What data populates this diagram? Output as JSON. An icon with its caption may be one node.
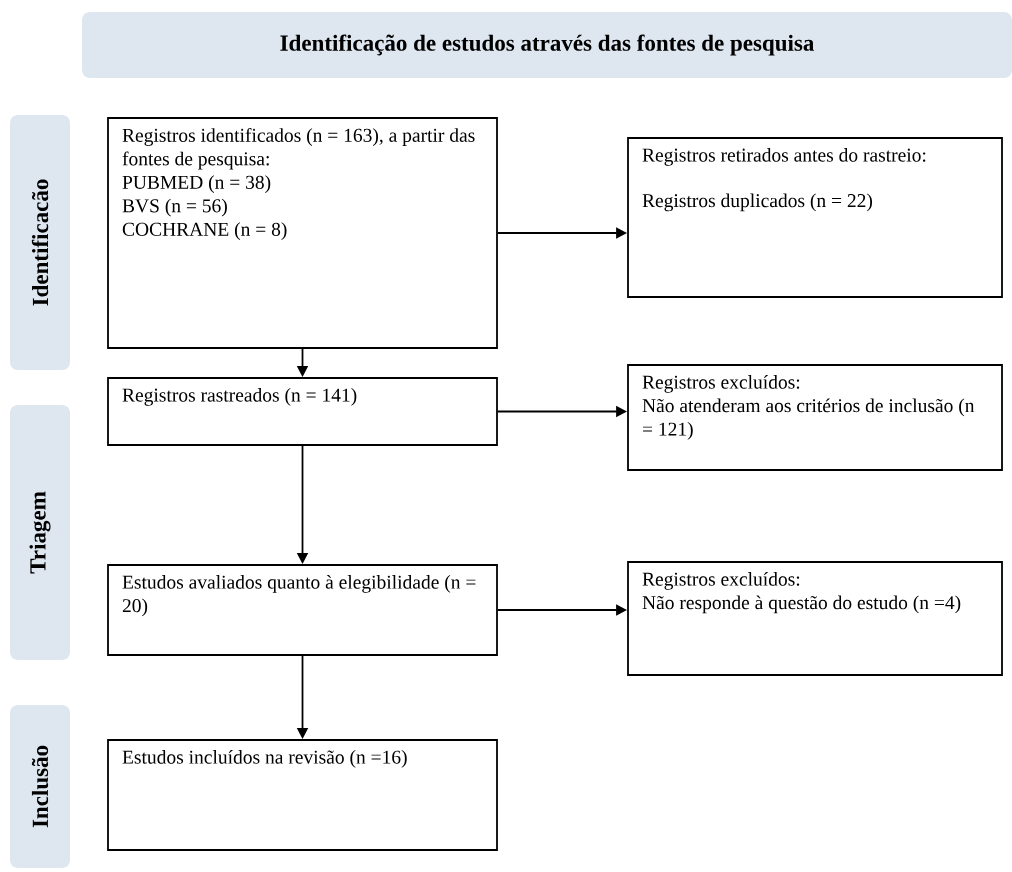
{
  "diagram": {
    "nodes": [
      {
        "text": [
          "Identificação de estudos através das fontes de pesquisa"
        ]
      },
      {
        "text": [
          "Identificacão"
        ]
      },
      {
        "text": [
          "Triagem"
        ]
      },
      {
        "text": [
          "Inclusão"
        ]
      },
      {
        "text": [
          "Registros identificados (n = 163), a partir das fontes de pesquisa:",
          "PUBMED (n = 38)",
          "BVS (n = 56)",
          "COCHRANE (n = 8)"
        ]
      },
      {
        "text": [
          "Registros retirados antes do rastreio:",
          "Registros duplicados (n = 22)"
        ]
      },
      {
        "text": [
          "Registros rastreados (n = 141)"
        ]
      },
      {
        "text": [
          "Registros excluídos:",
          "Não atenderam  aos critérios de inclusão (n = 121)"
        ]
      },
      {
        "text": [
          "Estudos avaliados quanto à elegibilidade (n = 20)"
        ]
      },
      {
        "text": [
          "Registros excluídos:",
          "Não responde à questão do estudo (n =4)"
        ]
      },
      {
        "text": [
          "Estudos incluídos na revisão (n =16)"
        ]
      }
    ],
    "edges": [
      {
        "from": 4,
        "to": 5,
        "arrow": "to"
      },
      {
        "from": 4,
        "to": 6,
        "arrow": "to"
      },
      {
        "from": 6,
        "to": 7,
        "arrow": "to"
      },
      {
        "from": 6,
        "to": 8,
        "arrow": "to"
      },
      {
        "from": 8,
        "to": 9,
        "arrow": "to"
      },
      {
        "from": 8,
        "to": 10,
        "arrow": "to"
      }
    ]
  }
}
